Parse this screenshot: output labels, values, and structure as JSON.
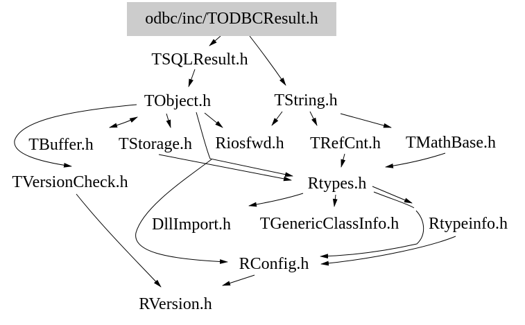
{
  "diagram": {
    "type": "include-dependency-graph",
    "colors": {
      "background": "#ffffff",
      "root_node_fill": "#cccccc",
      "edge": "#000000",
      "text": "#000000"
    },
    "nodes": [
      {
        "id": "todbcresult",
        "label": "odbc/inc/TODBCResult.h",
        "highlighted": true
      },
      {
        "id": "tsqlresult",
        "label": "TSQLResult.h"
      },
      {
        "id": "tobject",
        "label": "TObject.h"
      },
      {
        "id": "tstring",
        "label": "TString.h"
      },
      {
        "id": "tbuffer",
        "label": "TBuffer.h"
      },
      {
        "id": "tstorage",
        "label": "TStorage.h"
      },
      {
        "id": "riosfwd",
        "label": "Riosfwd.h"
      },
      {
        "id": "trefcnt",
        "label": "TRefCnt.h"
      },
      {
        "id": "tmathbase",
        "label": "TMathBase.h"
      },
      {
        "id": "tversioncheck",
        "label": "TVersionCheck.h"
      },
      {
        "id": "rtypes",
        "label": "Rtypes.h"
      },
      {
        "id": "dllimport",
        "label": "DllImport.h"
      },
      {
        "id": "tgenericclassinfo",
        "label": "TGenericClassInfo.h"
      },
      {
        "id": "rtypeinfo",
        "label": "Rtypeinfo.h"
      },
      {
        "id": "rconfig",
        "label": "RConfig.h"
      },
      {
        "id": "rversion",
        "label": "RVersion.h"
      }
    ],
    "edges": [
      {
        "from": "odbc/inc/TODBCResult.h",
        "to": "TSQLResult.h"
      },
      {
        "from": "odbc/inc/TODBCResult.h",
        "to": "TString.h"
      },
      {
        "from": "TSQLResult.h",
        "to": "TObject.h"
      },
      {
        "from": "TObject.h",
        "to": "TBuffer.h",
        "bidirectional": true
      },
      {
        "from": "TObject.h",
        "to": "TStorage.h"
      },
      {
        "from": "TObject.h",
        "to": "Riosfwd.h"
      },
      {
        "from": "TObject.h",
        "to": "TVersionCheck.h"
      },
      {
        "from": "TObject.h",
        "to": "Rtypes.h"
      },
      {
        "from": "TStorage.h",
        "to": "Rtypes.h"
      },
      {
        "from": "Riosfwd.h",
        "to": "RConfig.h"
      },
      {
        "from": "TString.h",
        "to": "Riosfwd.h"
      },
      {
        "from": "TString.h",
        "to": "TRefCnt.h"
      },
      {
        "from": "TString.h",
        "to": "TMathBase.h"
      },
      {
        "from": "TRefCnt.h",
        "to": "Rtypes.h"
      },
      {
        "from": "TMathBase.h",
        "to": "Rtypes.h"
      },
      {
        "from": "Rtypes.h",
        "to": "DllImport.h"
      },
      {
        "from": "Rtypes.h",
        "to": "TGenericClassInfo.h"
      },
      {
        "from": "Rtypes.h",
        "to": "Rtypeinfo.h"
      },
      {
        "from": "Rtypes.h",
        "to": "RConfig.h"
      },
      {
        "from": "Rtypeinfo.h",
        "to": "RConfig.h"
      },
      {
        "from": "RConfig.h",
        "to": "RVersion.h"
      },
      {
        "from": "TVersionCheck.h",
        "to": "RVersion.h"
      }
    ]
  }
}
